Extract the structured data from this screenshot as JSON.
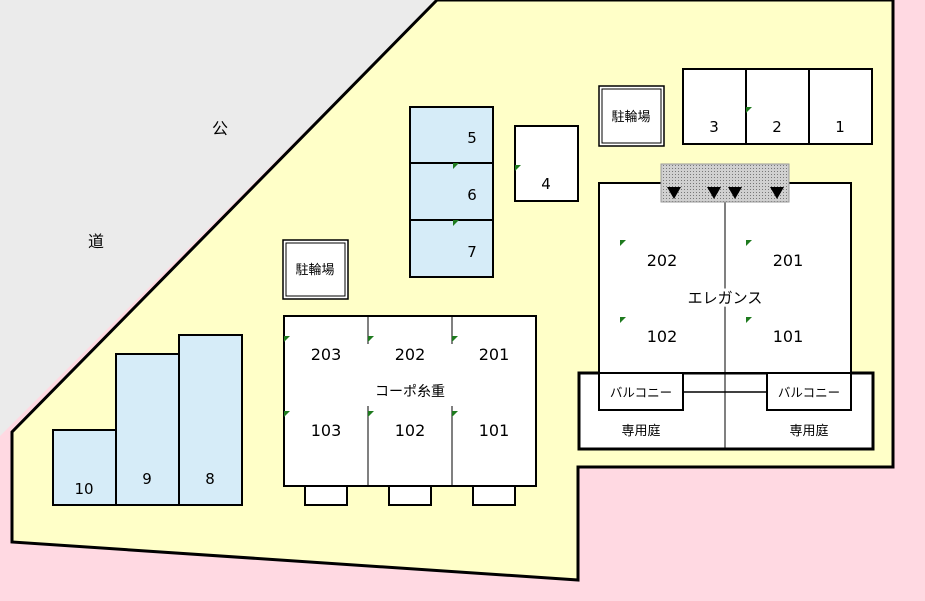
{
  "road": {
    "chars": [
      "公",
      "道"
    ]
  },
  "bicycle_parking": [
    "駐輪場",
    "駐輪場"
  ],
  "parking": [
    "1",
    "2",
    "3",
    "4",
    "5",
    "6",
    "7",
    "8",
    "9",
    "10"
  ],
  "coop": {
    "name": "コーポ糸重",
    "rooms": [
      "203",
      "202",
      "201",
      "103",
      "102",
      "101"
    ]
  },
  "elegance": {
    "name": "エレガンス",
    "rooms": [
      "202",
      "201",
      "102",
      "101"
    ],
    "balcony": "バルコニー",
    "garden": "専用庭"
  },
  "colors": {
    "background": "#ffd9e2",
    "site": "#ffffc8",
    "road": "#ebebeb",
    "parking_fill": "#d6ecf8",
    "marker": "#1e7a1e"
  }
}
